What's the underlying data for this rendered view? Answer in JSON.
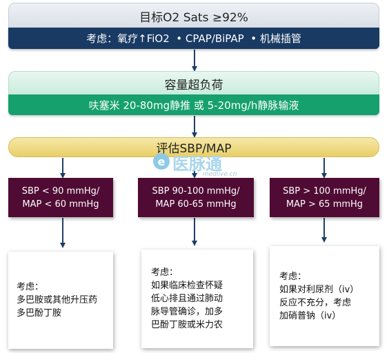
{
  "oxygen": {
    "title": "目标O2 Sats ≥92%",
    "detail": "考虑：氧疗↑FiO2  • CPAP/BiPAP  • 机械插管"
  },
  "volume": {
    "title": "容量超负荷",
    "detail": "呋塞米 20-80mg静推 或 5-20mg/h静脉输液"
  },
  "assess": {
    "title": "评估SBP/MAP"
  },
  "branches": [
    {
      "line1": "SBP < 90 mmHg/",
      "line2": "MAP < 60 mmHg"
    },
    {
      "line1": "SBP 90-100 mmHg/",
      "line2": "MAP 60-65 mmHg"
    },
    {
      "line1": "SBP > 100 mmHg/",
      "line2": "MAP > 65 mmHg"
    }
  ],
  "considerations": [
    {
      "lines": [
        "考虑：",
        "多巴胺或其他升压药",
        "多巴酚丁胺"
      ]
    },
    {
      "lines": [
        "考虑：",
        "如果临床检查怀疑",
        "低心排且通过肺动",
        "脉导管确诊，加多",
        "巴酚丁胺或米力农"
      ]
    },
    {
      "lines": [
        "考虑：",
        "如果对利尿剂（iv）",
        "反应不充分，考虑",
        "加硝普钠（iv）"
      ]
    }
  ],
  "watermark": {
    "mark": "e",
    "main": "医脉通",
    "sub": "medlive.cn"
  },
  "colors": {
    "navy": "#193a63",
    "green": "#16a06e",
    "gold": "#e8cf68",
    "maroon": "#4f0b33",
    "arrow": "#1d3f66"
  }
}
